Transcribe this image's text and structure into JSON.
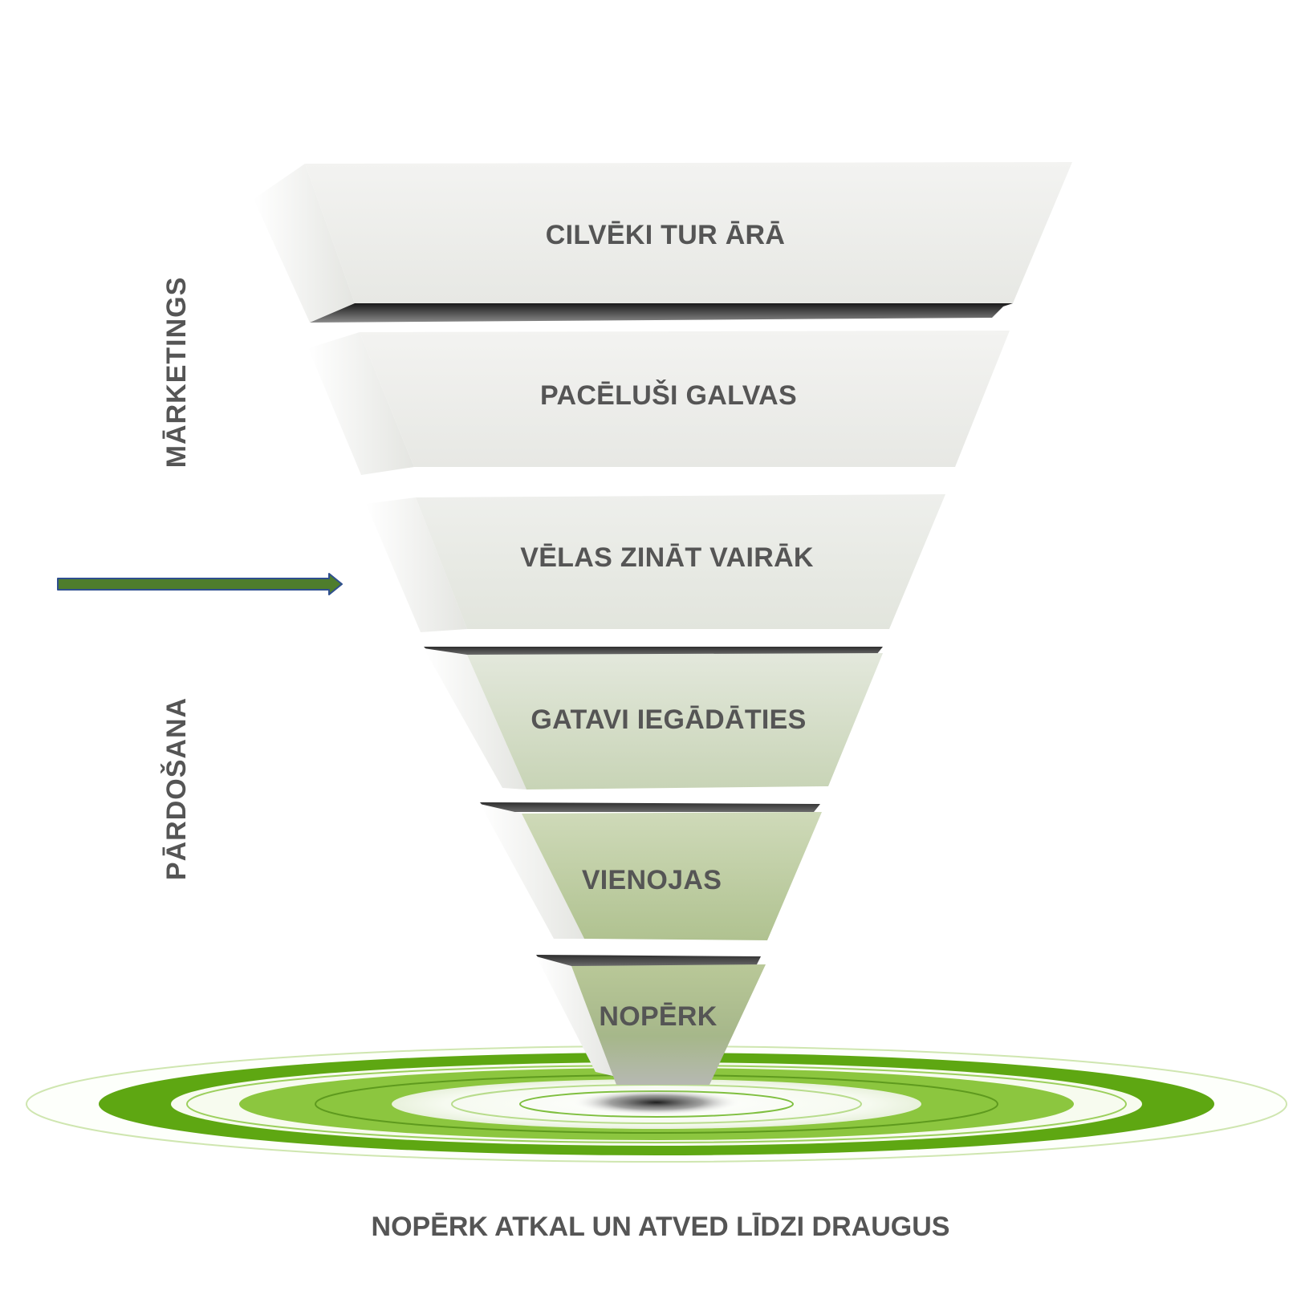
{
  "funnel": {
    "stages": [
      {
        "label": "CILVĒKI TUR ĀRĀ"
      },
      {
        "label": "PACĒLUŠI GALVAS"
      },
      {
        "label": "VĒLAS ZINĀT VAIRĀK"
      },
      {
        "label": "GATAVI IEGĀDĀTIES"
      },
      {
        "label": "VIENOJAS"
      },
      {
        "label": "NOPĒRK"
      }
    ]
  },
  "side_labels": {
    "marketing": "MĀRKETINGS",
    "sales": "PĀRDOŠANA"
  },
  "bottom_label": "NOPĒRK ATKAL UN ATVED LĪDZI DRAUGUS",
  "colors": {
    "label_text": "#555555",
    "target_green": "#5aa30f",
    "arrow_fill": "#4e7d2c",
    "arrow_stroke": "#2f4f8f"
  }
}
